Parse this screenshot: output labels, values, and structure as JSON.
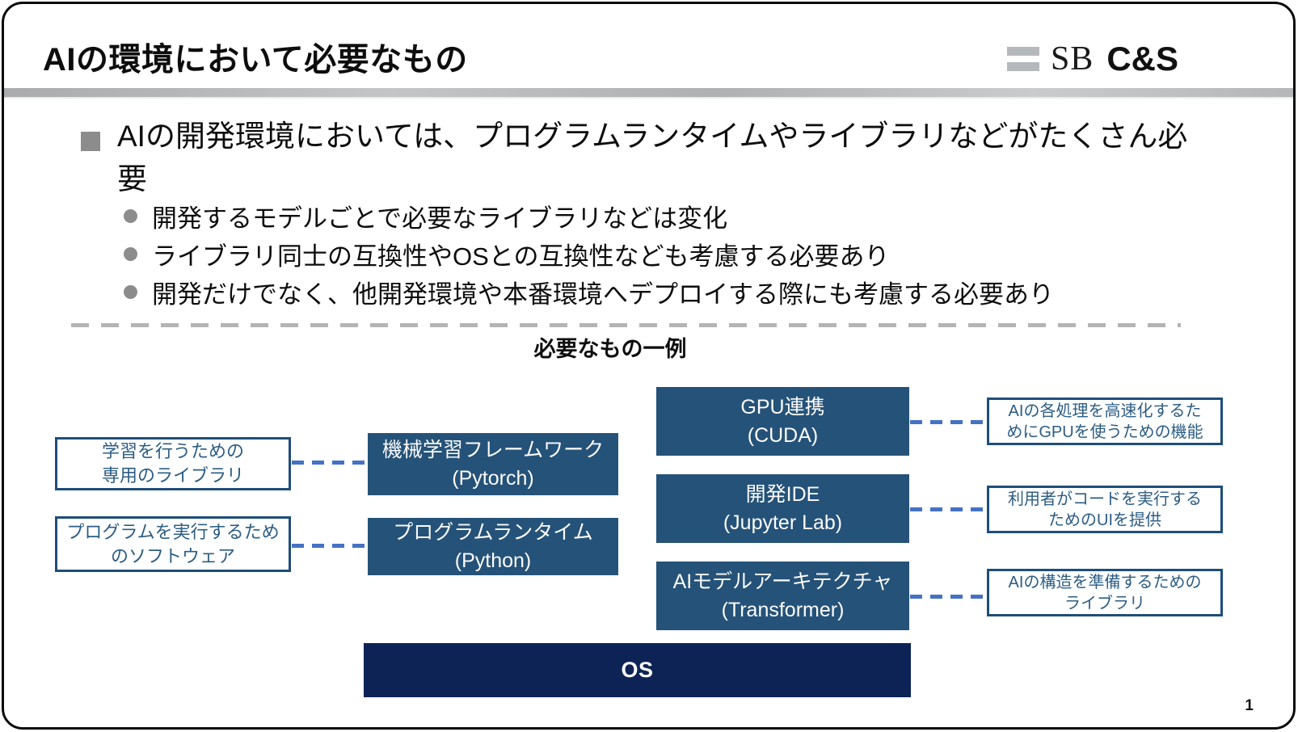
{
  "slide": {
    "title": "AIの環境において必要なもの",
    "page_number": "1"
  },
  "logo": {
    "sb": "SB",
    "cs": "C&S"
  },
  "bullets": {
    "main": "AIの開発環境においては、プログラムランタイムやライブラリなどがたくさん必要",
    "sub": [
      "開発するモデルごとで必要なライブラリなどは変化",
      "ライブラリ同士の互換性やOSとの互換性なども考慮する必要あり",
      "開発だけでなく、他開発環境や本番環境へデプロイする際にも考慮する必要あり"
    ]
  },
  "diagram": {
    "heading": "必要なもの一例",
    "left_notes": [
      {
        "lines": [
          "学習を行うための",
          "専用のライブラリ"
        ]
      },
      {
        "lines": [
          "プログラムを実行するため",
          "のソフトウェア"
        ]
      }
    ],
    "mid_components": [
      {
        "lines": [
          "機械学習フレームワーク",
          "(Pytorch)"
        ]
      },
      {
        "lines": [
          "プログラムランタイム",
          "(Python)"
        ]
      }
    ],
    "right_components": [
      {
        "lines": [
          "GPU連携",
          "(CUDA)"
        ]
      },
      {
        "lines": [
          "開発IDE",
          "(Jupyter Lab)"
        ]
      },
      {
        "lines": [
          "AIモデルアーキテクチャ",
          "(Transformer)"
        ]
      }
    ],
    "right_notes": [
      {
        "lines": [
          "AIの各処理を高速化するた",
          "めにGPUを使うための機能"
        ]
      },
      {
        "lines": [
          "利用者がコードを実行する",
          "ためのUIを提供"
        ]
      },
      {
        "lines": [
          "AIの構造を準備するための",
          "ライブラリ"
        ]
      }
    ],
    "os_label": "OS"
  },
  "colors": {
    "dark_box": "#255278",
    "os_box": "#0e2355",
    "note_border": "#1f4e79",
    "note_text": "#2c5d84",
    "connector": "#4472c4",
    "bullet_gray": "#8c8c8c",
    "logo_bar_gray": "#b6b9bc"
  }
}
